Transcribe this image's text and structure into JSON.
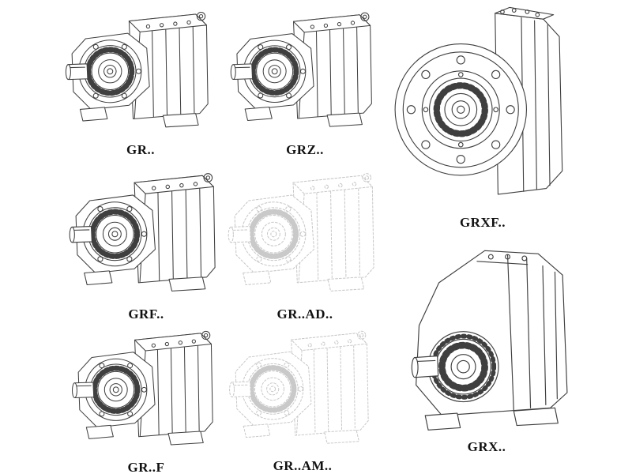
{
  "colors": {
    "background": "#ffffff",
    "line": "#3f3f3f",
    "light_line": "#c9c9c9",
    "label_text": "#111111"
  },
  "figures": {
    "gr": {
      "label": "GR..",
      "description": "foot-mounted helical gear reducer, isometric line drawing"
    },
    "grz": {
      "label": "GRZ..",
      "description": "foot-mounted helical gear reducer variant, isometric line drawing"
    },
    "grxf": {
      "label": "GRXF..",
      "description": "flange-mounted gear reducer, front flange with bolt circle"
    },
    "grf": {
      "label": "GRF..",
      "description": "flange-front foot-mounted gear reducer, isometric line drawing"
    },
    "gr_ad": {
      "label": "GR..AD..",
      "description": "gear reducer with input adapter, faint dashed line drawing"
    },
    "gr_f": {
      "label": "GR..F",
      "description": "foot-mounted helical gear reducer, isometric line drawing"
    },
    "gr_am": {
      "label": "GR..AM..",
      "description": "gear reducer with motor adapter flange, faint dashed line drawing"
    },
    "grx": {
      "label": "GRX..",
      "description": "large foot-mounted helical gear reducer, isometric line drawing"
    }
  }
}
